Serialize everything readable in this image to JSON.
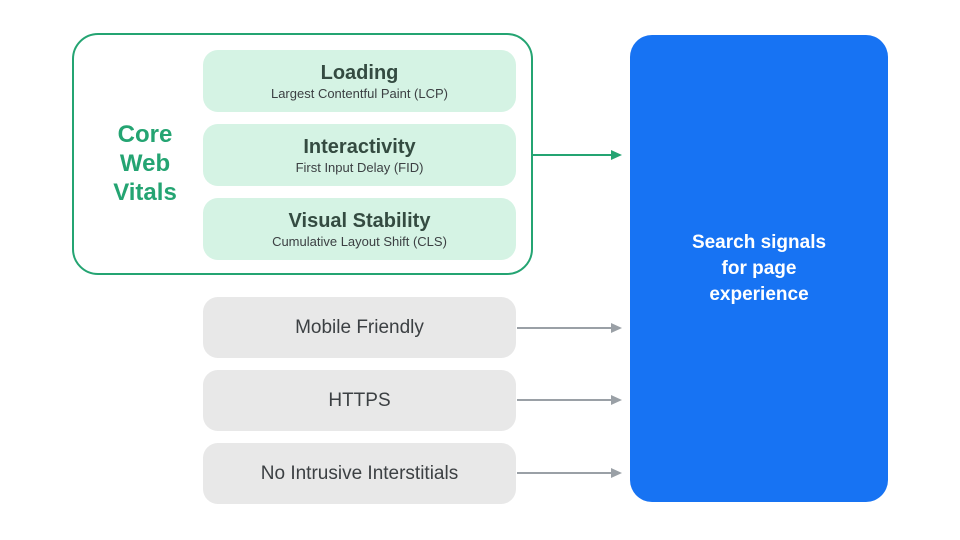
{
  "colors": {
    "green": "#24A472",
    "mint": "#D5F3E4",
    "blue": "#1773F3",
    "gray_box": "#E8E8E8",
    "gray_arrow": "#9AA0A6",
    "text_dark": "#3C4043",
    "green_text_dark": "#344B41",
    "white": "#FFFFFF"
  },
  "core_web_vitals": {
    "label": "Core\nWeb\nVitals",
    "items": [
      {
        "title": "Loading",
        "subtitle": "Largest Contentful Paint (LCP)"
      },
      {
        "title": "Interactivity",
        "subtitle": "First Input Delay (FID)"
      },
      {
        "title": "Visual Stability",
        "subtitle": "Cumulative Layout Shift (CLS)"
      }
    ]
  },
  "other_signals": [
    {
      "label": "Mobile Friendly"
    },
    {
      "label": "HTTPS"
    },
    {
      "label": "No Intrusive Interstitials"
    }
  ],
  "result": {
    "label": "Search signals\nfor page\nexperience"
  }
}
